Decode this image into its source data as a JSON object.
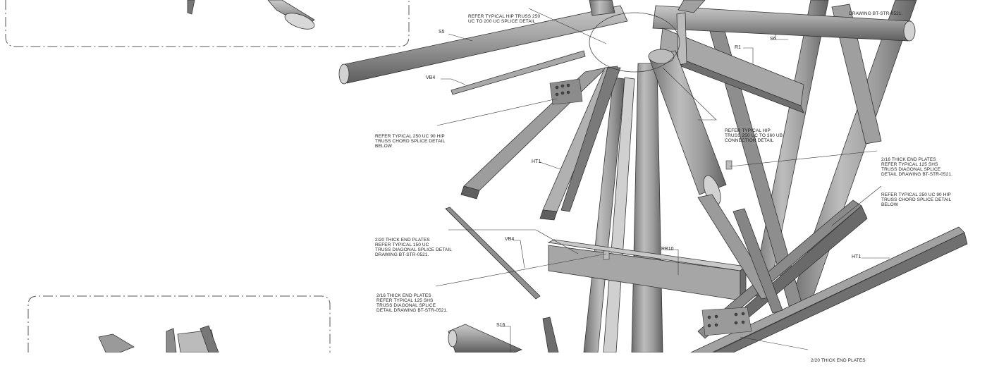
{
  "members": {
    "s5": "S5",
    "s6": "S6",
    "r1": "R1",
    "vb4_top": "VB4",
    "vb4_mid": "VB4",
    "ht1_left": "HT1",
    "ht1_right": "HT1",
    "rb10": "RB10",
    "s16": "S16"
  },
  "callouts": {
    "hip_truss_splice": [
      "REFER TYPICAL HIP TRUSS 250",
      "UC TO 200 UC SPLICE DETAIL"
    ],
    "top_right": [
      "DRAWING BT-STR-0521."
    ],
    "chord_splice_left": [
      "REFER TYPICAL 250 UC 90 HIP",
      "TRUSS CHORD SPLICE DETAIL",
      "BELOW"
    ],
    "hip_connection": [
      "REFER TYPICAL HIP",
      "TRUSS 250 UC TO 360 UB",
      "CONNECTION DETAIL"
    ],
    "shs_splice_right": [
      "2/16 THICK END PLATES",
      "REFER TYPICAL 125 SHS",
      "TRUSS DIAGONAL SPLICE",
      "DETAIL DRAWING BT-STR-0521."
    ],
    "chord_splice_right": [
      "REFER TYPICAL 250 UC 90 HIP",
      "TRUSS CHORD SPLICE DETAIL",
      "BELOW"
    ],
    "uc_splice_left": [
      "2/20 THICK END PLATES",
      "REFER TYPICAL 150 UC",
      "TRUSS DIAGONAL SPLICE DETAIL",
      "DRAWING BT-STR-0521."
    ],
    "shs_splice_left": [
      "2/16 THICK END PLATES",
      "REFER TYPICAL 125 SHS",
      "TRUSS DIAGONAL SPLICE",
      "DETAIL DRAWING BT-STR-0521."
    ],
    "bottom_right": [
      "2/20 THICK END PLATES"
    ]
  }
}
